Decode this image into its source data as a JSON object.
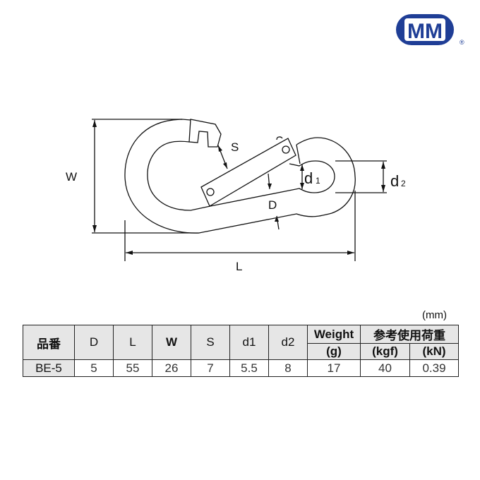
{
  "logo": {
    "text": "MM",
    "registered": "®",
    "color": "#1f3e96"
  },
  "diagram": {
    "labels": {
      "W": "W",
      "L": "L",
      "S": "S",
      "D": "D",
      "d1": "d",
      "d1_sub": "1",
      "d2": "d",
      "d2_sub": "2"
    }
  },
  "table": {
    "unit": "(mm)",
    "headers": [
      "品番",
      "D",
      "L",
      "W",
      "S",
      "d1",
      "d2"
    ],
    "weight_header": "Weight",
    "weight_unit": "(g)",
    "load_header": "参考使用荷重",
    "load_units": [
      "(kgf)",
      "(kN)"
    ],
    "row": [
      "BE-5",
      "5",
      "55",
      "26",
      "7",
      "5.5",
      "8",
      "17",
      "40",
      "0.39"
    ]
  }
}
